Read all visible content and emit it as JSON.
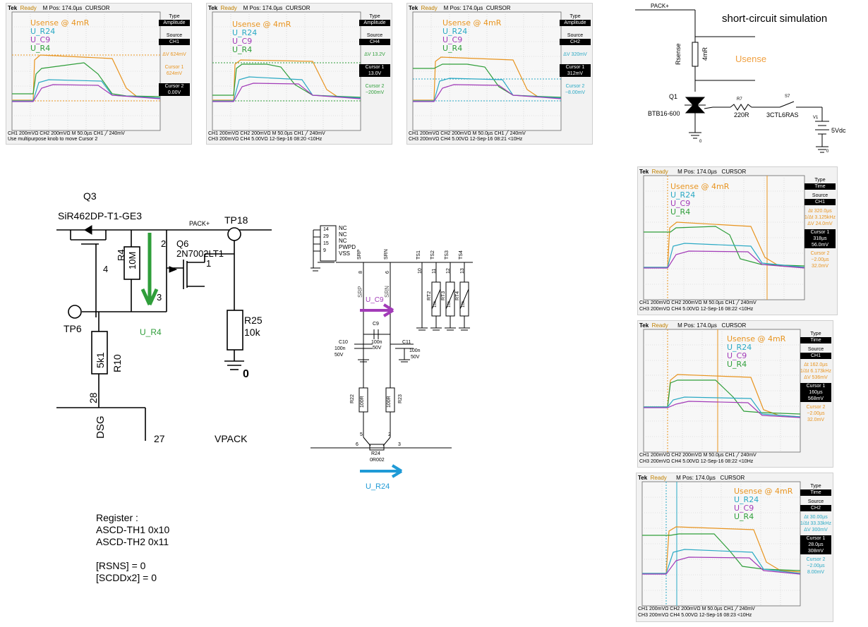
{
  "scope_labels": {
    "brand": "Tek",
    "ready": "Ready",
    "mpos": "M Pos: 174.0µs",
    "cursor_title": "CURSOR",
    "type_label": "Type",
    "source_label": "Source",
    "legend": [
      "Usense @ 4mR",
      "U_R24",
      "U_C9",
      "U_R4"
    ],
    "legend_colors": [
      "#e8941f",
      "#2aa9c4",
      "#a23bb8",
      "#2f9e3a"
    ]
  },
  "scopes": [
    {
      "type_value": "Amplitude",
      "source_value": "CH1",
      "readouts": [
        "ΔV 624mV",
        "Cursor 1",
        "624mV",
        "Cursor 2",
        "0.00V"
      ],
      "footer1": "CH1  200mVΩ  CH2  200mVΩ  M 50.0µs        CH1 ╱ 240mV",
      "footer2": "Use multipurpose knob to move Cursor 2"
    },
    {
      "type_value": "Amplitude",
      "source_value": "CH4",
      "readouts": [
        "ΔV 13.2V",
        "Cursor 1",
        "13.0V",
        "Cursor 2",
        "−200mV"
      ],
      "footer1": "CH1  200mVΩ  CH2  200mVΩ  M 50.0µs        CH1 ╱ 240mV",
      "footer2": "CH3  200mVΩ  CH4  5.00VΩ   12-Sep-16 08:20      <10Hz"
    },
    {
      "type_value": "Amplitude",
      "source_value": "CH2",
      "readouts": [
        "ΔV 320mV",
        "Cursor 1",
        "312mV",
        "Cursor 2",
        "−8.00mV"
      ],
      "footer1": "CH1  200mVΩ  CH2  200mVΩ  M 50.0µs        CH1 ╱ 240mV",
      "footer2": "CH3  200mVΩ  CH4  5.00VΩ   12-Sep-16 08:21      <10Hz"
    },
    {
      "type_value": "Time",
      "source_value": "CH1",
      "readouts": [
        "Δt 320.0µs",
        "1/Δt 3.125kHz",
        "ΔV 24.0mV",
        "Cursor 1",
        "318µs",
        "56.0mV",
        "Cursor 2",
        "−2.00µs",
        "32.0mV"
      ],
      "footer1": "CH1  200mVΩ  CH2  200mVΩ  M 50.0µs        CH1 ╱ 240mV",
      "footer2": "CH3  200mVΩ  CH4  5.00VΩ   12-Sep-16 08:22      <10Hz"
    },
    {
      "type_value": "Time",
      "source_value": "CH1",
      "readouts": [
        "Δt 162.0µs",
        "1/Δt 6.173kHz",
        "ΔV 536mV",
        "Cursor 1",
        "160µs",
        "568mV",
        "Cursor 2",
        "−2.00µs",
        "32.0mV"
      ],
      "footer1": "CH1  200mVΩ  CH2  200mVΩ  M 50.0µs        CH1 ╱ 240mV",
      "footer2": "CH3  200mVΩ  CH4  5.00VΩ   12-Sep-16 08:22      <10Hz"
    },
    {
      "type_value": "Time",
      "source_value": "CH2",
      "readouts": [
        "Δt 30.00µs",
        "1/Δt 33.33kHz",
        "ΔV 300mV",
        "Cursor 1",
        "28.0µs",
        "308mV",
        "Cursor 2",
        "−2.00µs",
        "8.00mV"
      ],
      "footer1": "CH1  200mVΩ  CH2  200mVΩ  M 50.0µs        CH1 ╱ 240mV",
      "footer2": "CH3  200mVΩ  CH4  5.00VΩ   12-Sep-16 08:23      <10Hz"
    }
  ],
  "sim": {
    "title": "short-circuit simulation",
    "pack": "PACK+",
    "rsense": "Rsense",
    "rsense_val": "4mR",
    "usense": "Usense",
    "q1": "Q1",
    "q1_part": "BTB16-600",
    "r7": "R7",
    "r7_val": "220R",
    "s7": "S7",
    "s7_val": "3CTL6RAS",
    "v1": "V1",
    "v1_val": "5Vdc",
    "gnd": "0"
  },
  "left": {
    "q3": "Q3",
    "q3_part": "SiR462DP-T1-GE3",
    "pack": "PACK+",
    "tp18": "TP18",
    "r4": "R4",
    "r4_val": "10M",
    "pin2": "2",
    "q6": "Q6",
    "q6_part": "2N7002LT1",
    "pin4": "4",
    "pin3": "3",
    "pin1": "1",
    "tp6": "TP6",
    "u_r4": "U_R4",
    "r25": "R25",
    "r25_val": "10k",
    "gnd": "0",
    "r10": "R10",
    "r10_val": "5k1",
    "pin28": "28",
    "dsg": "DSG",
    "pin27": "27",
    "vpack": "VPACK"
  },
  "mid": {
    "pins": [
      "14",
      "29",
      "15",
      "9"
    ],
    "pin_names": [
      "NC",
      "NC",
      "NC",
      "PWPD",
      "VSS"
    ],
    "top_pins": [
      "8",
      "6",
      "10",
      "11",
      "12",
      "13"
    ],
    "top_names": [
      "SRP",
      "SRN",
      "TS1",
      "TS2",
      "TS3",
      "TS4"
    ],
    "srp": "SRP",
    "srn": "SRN",
    "u_c9": "U_C9",
    "rt": [
      "RT2",
      "RT3",
      "RT4"
    ],
    "rt_val": "10k",
    "c10": "C10",
    "c10_val": "100n",
    "c10_v": "50V",
    "c9": "C9",
    "c9_val": "100n",
    "c9_v": "50V",
    "c11": "C11",
    "c11_val": "100n",
    "c11_v": "50V",
    "r22": "R22",
    "r23": "R23",
    "r_val": "100R",
    "p5": "5",
    "p2": "2",
    "p6": "6",
    "p3": "3",
    "r24": "R24",
    "r24_val": "0R002",
    "u_r24": "U_R24"
  },
  "register": {
    "lines": [
      "Register :",
      "ASCD-TH1 0x10",
      "ASCD-TH2 0x11",
      "",
      "[RSNS] = 0",
      "[SCDDx2] = 0"
    ]
  }
}
